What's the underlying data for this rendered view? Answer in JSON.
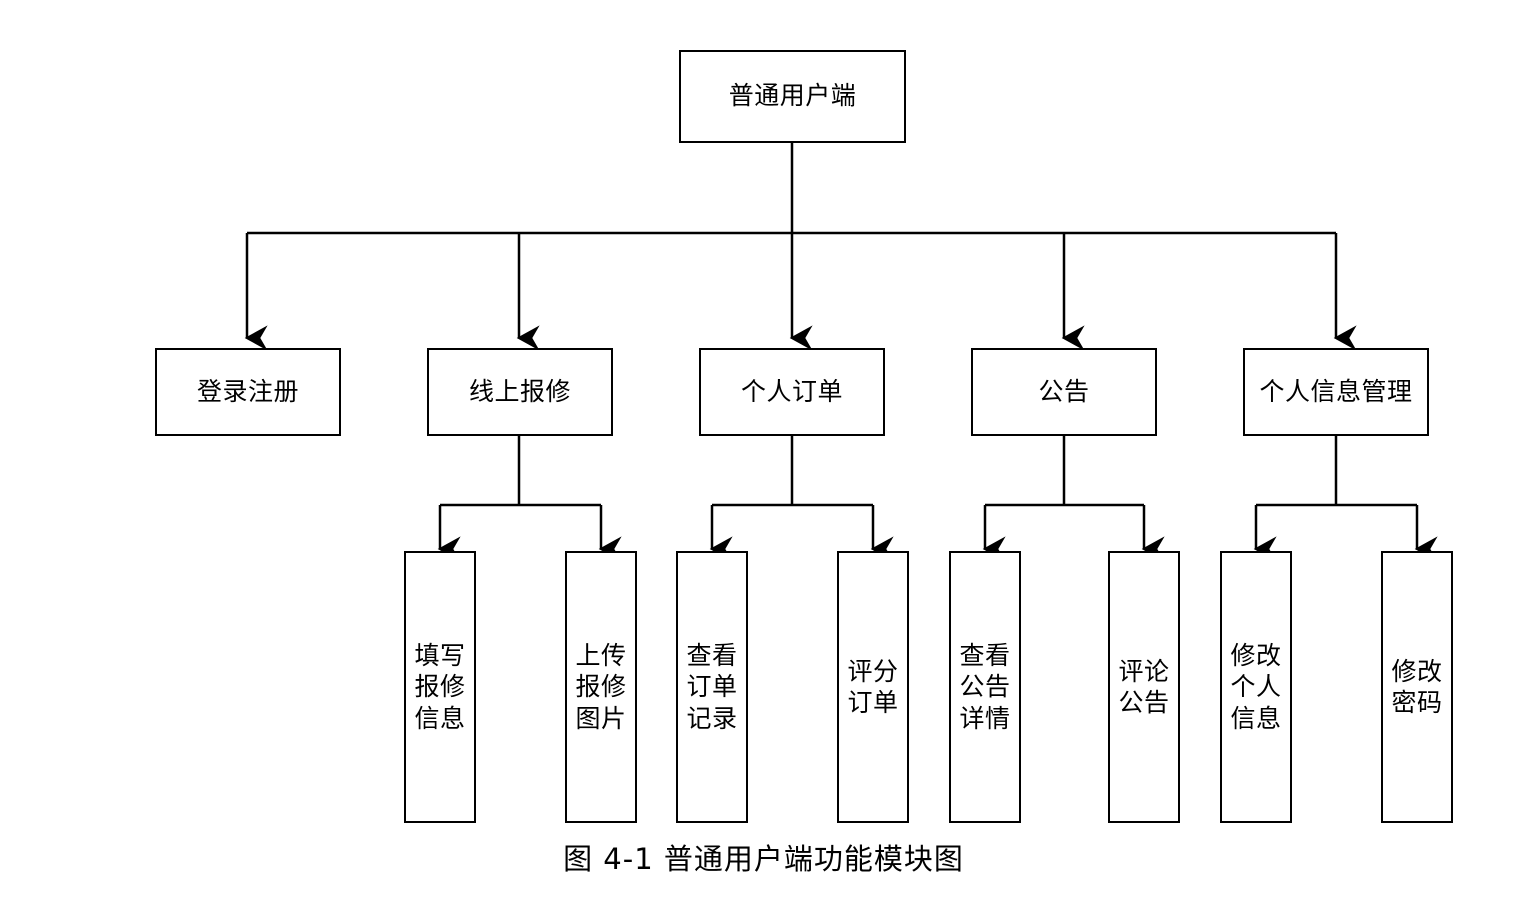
{
  "figure": {
    "caption": "图 4-1 普通用户端功能模块图",
    "line_color": "#000000",
    "background_color": "#ffffff",
    "text_color": "#000000"
  },
  "diagram": {
    "type": "tree",
    "root": {
      "label": "普通用户端"
    },
    "level2": [
      {
        "label": "登录注册"
      },
      {
        "label": "线上报修"
      },
      {
        "label": "个人订单"
      },
      {
        "label": "公告"
      },
      {
        "label": "个人信息管理"
      }
    ],
    "leaves": [
      {
        "label": "填写报修信息",
        "parent": "线上报修"
      },
      {
        "label": "上传报修图片",
        "parent": "线上报修"
      },
      {
        "label": "查看订单记录",
        "parent": "个人订单"
      },
      {
        "label": "评分订单",
        "parent": "个人订单"
      },
      {
        "label": "查看公告详情",
        "parent": "公告"
      },
      {
        "label": "评论公告",
        "parent": "公告"
      },
      {
        "label": "修改个人信息",
        "parent": "个人信息管理"
      },
      {
        "label": "修改密码",
        "parent": "个人信息管理"
      }
    ]
  }
}
